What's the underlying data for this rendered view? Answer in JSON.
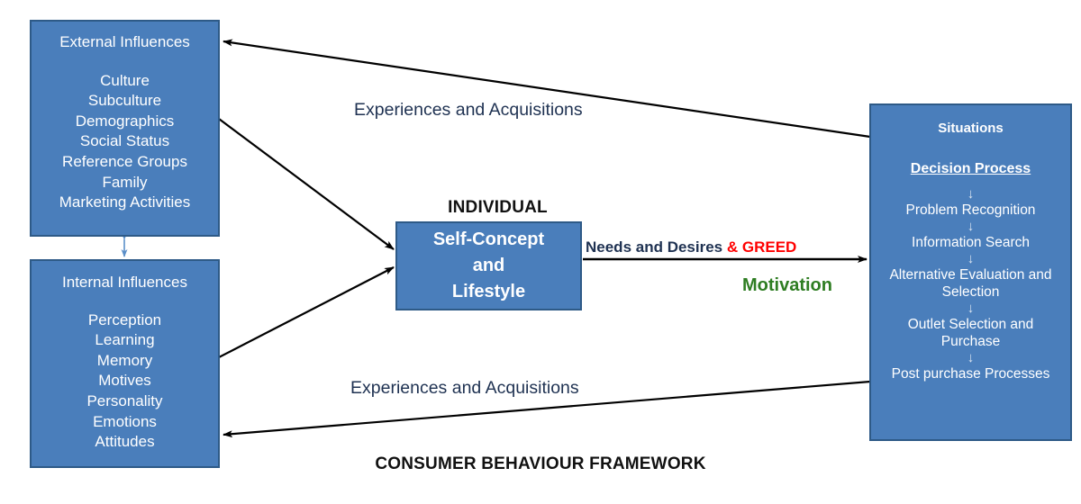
{
  "diagram": {
    "title": "CONSUMER  BEHAVIOUR FRAMEWORK",
    "colors": {
      "box_fill": "#4a7ebb",
      "box_border": "#2e5a87",
      "box_text": "#ffffff",
      "label_text": "#1f3252",
      "greed_text": "#ff0000",
      "motivation_text": "#2e7d22",
      "title_text": "#111111",
      "connector_arrow": "#000000",
      "influence_link_arrow": "#5b8fc9",
      "step_arrow": "#dbe5f1",
      "background": "#ffffff"
    }
  },
  "external_influences": {
    "heading": "External Influences",
    "items": [
      "Culture",
      "Subculture",
      "Demographics",
      "Social Status",
      "Reference Groups",
      "Family",
      "Marketing Activities"
    ]
  },
  "internal_influences": {
    "heading": "Internal Influences",
    "items": [
      "Perception",
      "Learning",
      "Memory",
      "Motives",
      "Personality",
      "Emotions",
      "Attitudes"
    ]
  },
  "individual": {
    "label": "INDIVIDUAL",
    "box_lines": [
      "Self-Concept",
      "and",
      "Lifestyle"
    ]
  },
  "situations": {
    "title": "Situations",
    "subtitle": "Decision Process",
    "steps": [
      "Problem Recognition",
      "Information Search",
      "Alternative Evaluation and Selection",
      "Outlet Selection and Purchase",
      "Post purchase Processes"
    ],
    "step_arrow_glyph": "↓"
  },
  "flows": {
    "experiences_top": "Experiences and Acquisitions",
    "experiences_bottom": "Experiences and Acquisitions",
    "needs_main": "Needs and Desires ",
    "needs_greed": "& GREED",
    "motivation": "Motivation"
  }
}
